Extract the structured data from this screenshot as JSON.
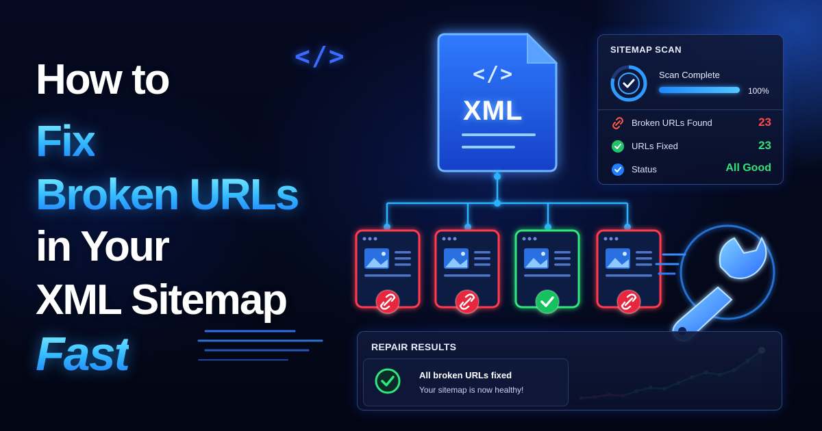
{
  "headline": {
    "line1": "How to",
    "line2": "Fix",
    "line3": "Broken URLs",
    "line4": "in Your",
    "line5": "XML Sitemap",
    "line6": "Fast"
  },
  "decor": {
    "code_icon": "</>",
    "file_code": "</>",
    "file_label": "XML"
  },
  "page_cards": [
    {
      "status": "broken",
      "color": "#ff3b4d"
    },
    {
      "status": "broken",
      "color": "#ff3b4d"
    },
    {
      "status": "fixed",
      "color": "#2ee87a"
    },
    {
      "status": "broken",
      "color": "#ff3b4d"
    }
  ],
  "sitemap_scan": {
    "title": "SITEMAP SCAN",
    "status": "Scan Complete",
    "progress": 1.0,
    "progress_text": "100%",
    "stats": [
      {
        "icon": "broken-link-icon",
        "label": "Broken URLs Found",
        "value": "23",
        "color": "#ff4a4a"
      },
      {
        "icon": "check-circle-icon",
        "label": "URLs Fixed",
        "value": "23",
        "color": "#35e27a"
      },
      {
        "icon": "check-badge-icon",
        "label": "Status",
        "value": "All Good",
        "color": "#35e27a"
      }
    ]
  },
  "repair_results": {
    "title": "REPAIR RESULTS",
    "message": "All broken URLs fixed",
    "sub_message": "Your sitemap is now healthy!"
  },
  "colors": {
    "accent_blue": "#1f7dff",
    "glow_blue": "#3ab4ff",
    "broken_red": "#ff3b4d",
    "fixed_green": "#2ee87a"
  },
  "trend_chart": {
    "type": "line",
    "points": [
      1,
      1.2,
      1.6,
      1.4,
      2.2,
      2.8,
      2.6,
      3.6,
      4.6,
      5.4,
      5.0,
      5.8,
      7.4,
      9.2
    ]
  }
}
